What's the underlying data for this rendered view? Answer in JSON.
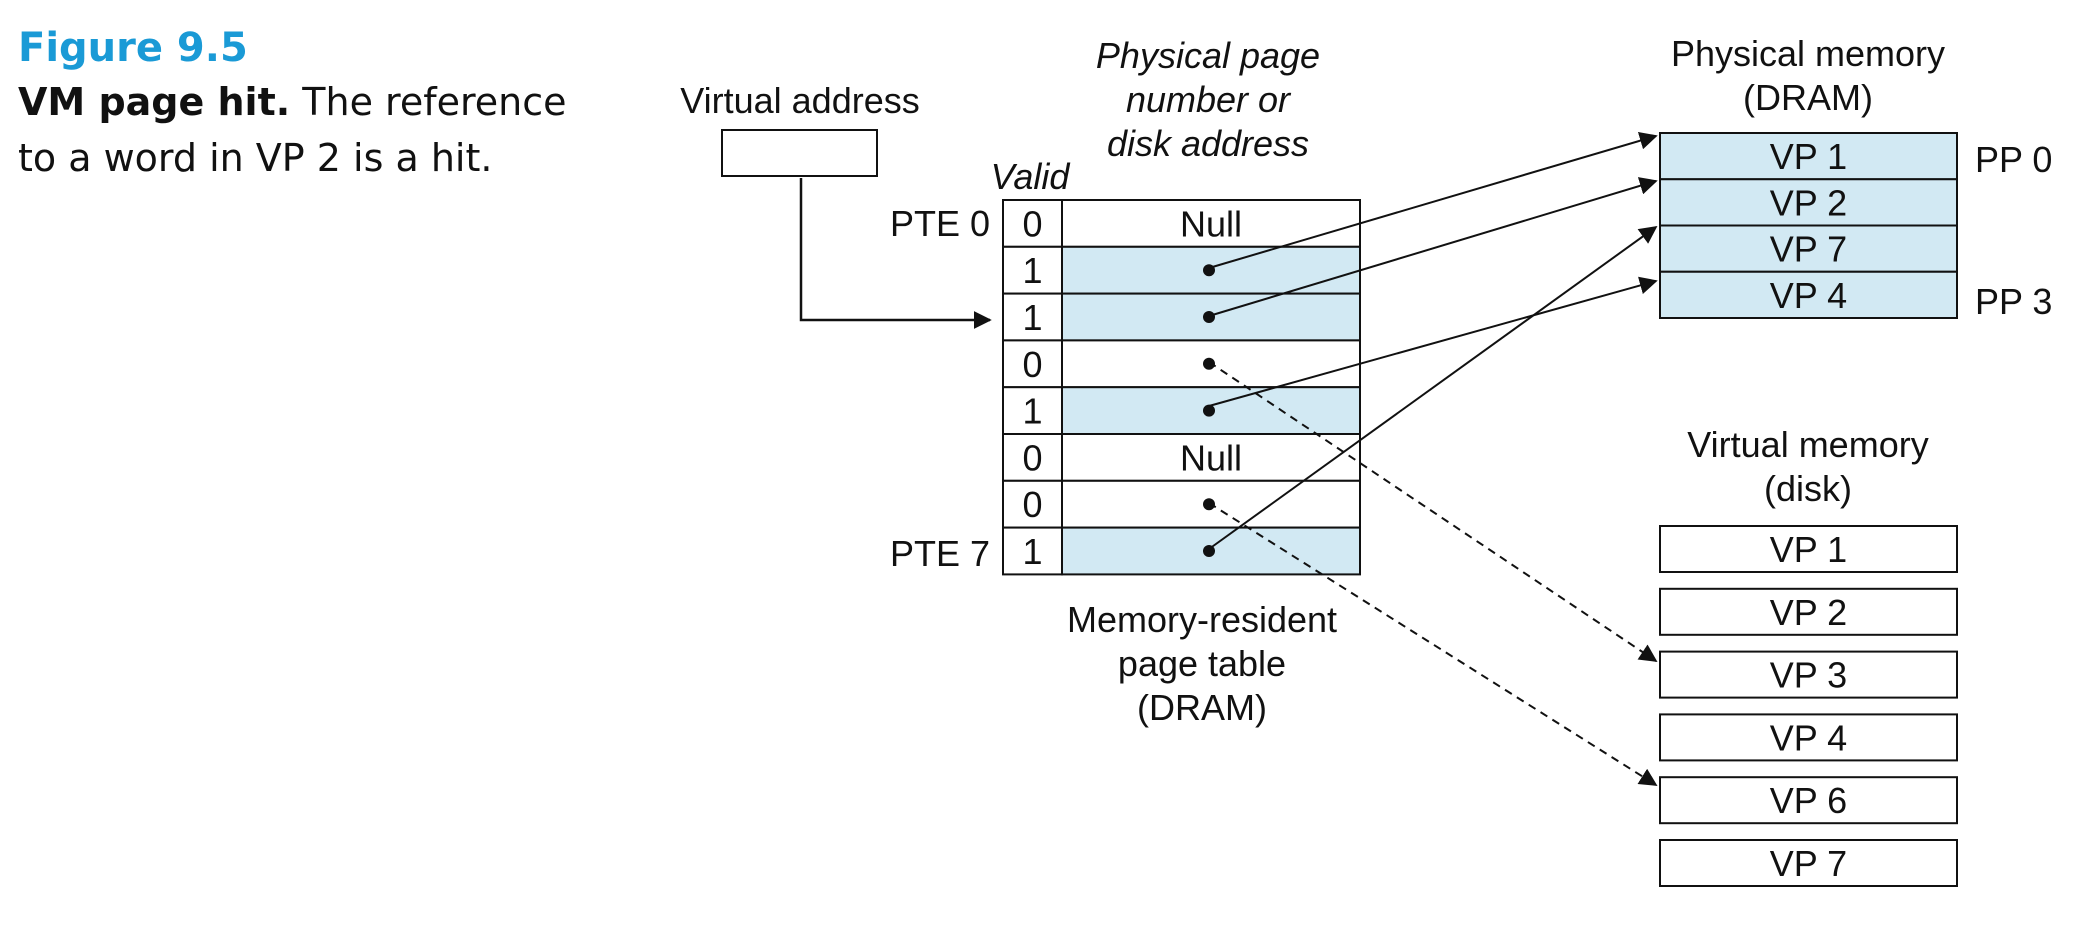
{
  "caption": {
    "figure_label": "Figure 9.5",
    "title_bold": "VM page hit.",
    "text": "The reference to a word in VP 2 is a hit."
  },
  "labels": {
    "virtual_address": "Virtual address",
    "ppn_line1": "Physical page",
    "ppn_line2": "number or",
    "ppn_line3": "disk address",
    "valid": "Valid",
    "pte0": "PTE 0",
    "pte7": "PTE 7",
    "page_table_line1": "Memory-resident",
    "page_table_line2": "page table",
    "page_table_line3": "(DRAM)",
    "phys_mem_line1": "Physical memory",
    "phys_mem_line2": "(DRAM)",
    "pp0": "PP 0",
    "pp3": "PP 3",
    "virt_mem_line1": "Virtual memory",
    "virt_mem_line2": "(disk)"
  },
  "page_table": [
    {
      "valid": "0",
      "content": "Null"
    },
    {
      "valid": "1",
      "content": ""
    },
    {
      "valid": "1",
      "content": ""
    },
    {
      "valid": "0",
      "content": ""
    },
    {
      "valid": "1",
      "content": ""
    },
    {
      "valid": "0",
      "content": "Null"
    },
    {
      "valid": "0",
      "content": ""
    },
    {
      "valid": "1",
      "content": ""
    }
  ],
  "physical_memory": [
    "VP 1",
    "VP 2",
    "VP 7",
    "VP 4"
  ],
  "virtual_memory": [
    "VP 1",
    "VP 2",
    "VP 3",
    "VP 4",
    "VP 6",
    "VP 7"
  ],
  "colors": {
    "accent": "#1a9ad6",
    "resident_fill": "#d2e9f3",
    "line": "#111111"
  }
}
